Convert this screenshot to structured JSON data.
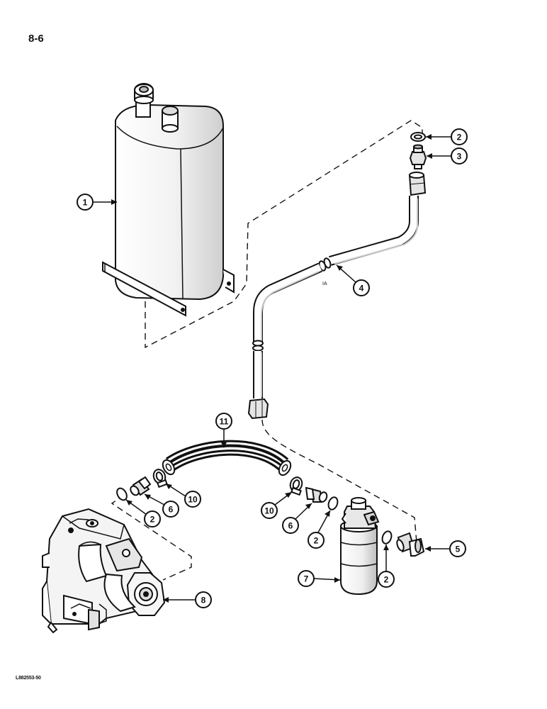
{
  "page_number": "8-6",
  "figure_code": "L882553-50",
  "colors": {
    "ink": "#111111",
    "paper": "#ffffff",
    "shade": "#bdbdbd",
    "light": "#dedede"
  },
  "callouts": {
    "reservoir": "1",
    "o_ring_top": "2",
    "adapter_top": "3",
    "steel_tube": "4",
    "elbow": "5",
    "connector_pump": "6",
    "connector_filter": "6",
    "filter": "7",
    "pump": "8",
    "clamp_pump": "10",
    "clamp_filter": "10",
    "hose": "11",
    "o_ring_pump": "2",
    "o_ring_filter_in": "2",
    "o_ring_filter_out": "2"
  }
}
